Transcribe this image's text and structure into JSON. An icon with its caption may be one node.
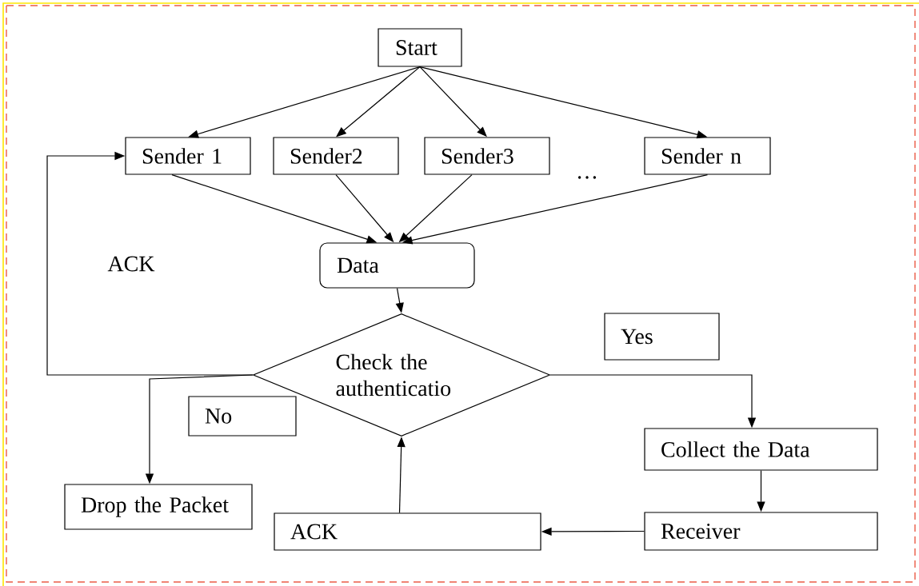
{
  "diagram": {
    "nodes": [
      {
        "text": [
          "Start"
        ]
      },
      {
        "text": [
          "Sender 1"
        ]
      },
      {
        "text": [
          "Sender2"
        ]
      },
      {
        "text": [
          "Sender3"
        ]
      },
      {
        "text": [
          "Sender n"
        ]
      },
      {
        "text": [
          "Data"
        ]
      },
      {
        "text": [
          "Check the authenticatio"
        ]
      },
      {
        "text": [
          "Yes"
        ]
      },
      {
        "text": [
          "No"
        ]
      },
      {
        "text": [
          "Collect the Data"
        ]
      },
      {
        "text": [
          "Drop the Packet"
        ]
      },
      {
        "text": [
          "ACK"
        ]
      },
      {
        "text": [
          "Receiver"
        ]
      }
    ],
    "edges": [
      {
        "from": 0,
        "to": 1,
        "arrow": "to"
      },
      {
        "from": 0,
        "to": 2,
        "arrow": "to"
      },
      {
        "from": 0,
        "to": 3,
        "arrow": "to"
      },
      {
        "from": 0,
        "to": 4,
        "arrow": "to"
      },
      {
        "from": 1,
        "to": 5,
        "arrow": "to"
      },
      {
        "from": 2,
        "to": 5,
        "arrow": "to"
      },
      {
        "from": 3,
        "to": 5,
        "arrow": "to"
      },
      {
        "from": 4,
        "to": 5,
        "arrow": "to"
      },
      {
        "from": 5,
        "to": 6,
        "arrow": "to"
      },
      {
        "from": 6,
        "to": 1,
        "arrow": "to"
      },
      {
        "from": 6,
        "to": 10,
        "arrow": "to"
      },
      {
        "from": 6,
        "to": 9,
        "arrow": "to"
      },
      {
        "from": 9,
        "to": 12,
        "arrow": "to"
      },
      {
        "from": 12,
        "to": 11,
        "arrow": "to"
      },
      {
        "from": 11,
        "to": 6,
        "arrow": "to"
      }
    ],
    "labels": [
      "ACK",
      "…"
    ]
  }
}
